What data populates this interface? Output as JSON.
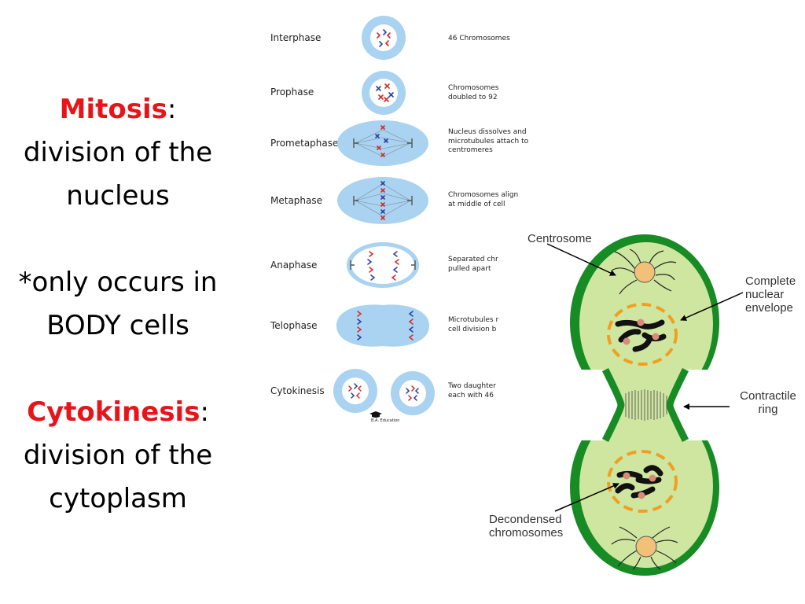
{
  "left_text": {
    "mitosis_word": "Mitosis",
    "mitosis_colon": ":",
    "mitosis_def_1": "division of the",
    "mitosis_def_2": "nucleus",
    "note_1": "*only occurs in",
    "note_2": "BODY cells",
    "cytokinesis_word": "Cytokinesis",
    "cytokinesis_colon": ":",
    "cytokinesis_def_1": "division of the",
    "cytokinesis_def_2": "cytoplasm"
  },
  "phases": [
    {
      "name": "Interphase",
      "description": "46 Chromosomes"
    },
    {
      "name": "Prophase",
      "description": "Chromosomes\ndoubled to 92"
    },
    {
      "name": "Prometaphase",
      "description": "Nucleus dissolves and\nmicrotubules attach to\ncentromeres"
    },
    {
      "name": "Metaphase",
      "description": "Chromosomes align\nat middle of cell"
    },
    {
      "name": "Anaphase",
      "description": "Separated chr\npulled apart"
    },
    {
      "name": "Telophase",
      "description": "Microtubules r\ncell division b"
    },
    {
      "name": "Cytokinesis",
      "description": "Two daughter\neach with 46"
    }
  ],
  "credit": "B.A. Education",
  "callouts": {
    "centrosome": "Centrosome",
    "nuclear_envelope": "Complete\nnuclear\nenvelope",
    "contractile_ring": "Contractile\nring",
    "decondensed": "Decondensed\nchromosomes"
  },
  "colors": {
    "keyword_red": "#e8141b",
    "cell_fill": "#cfe6a1",
    "cell_wall": "#178c25",
    "phase_blue": "#a9d3f0",
    "nucleus_orange": "#f0a020",
    "centrosome": "#f3c078",
    "chrom_red": "#d42a2a",
    "chrom_blue": "#2a3ea0"
  }
}
